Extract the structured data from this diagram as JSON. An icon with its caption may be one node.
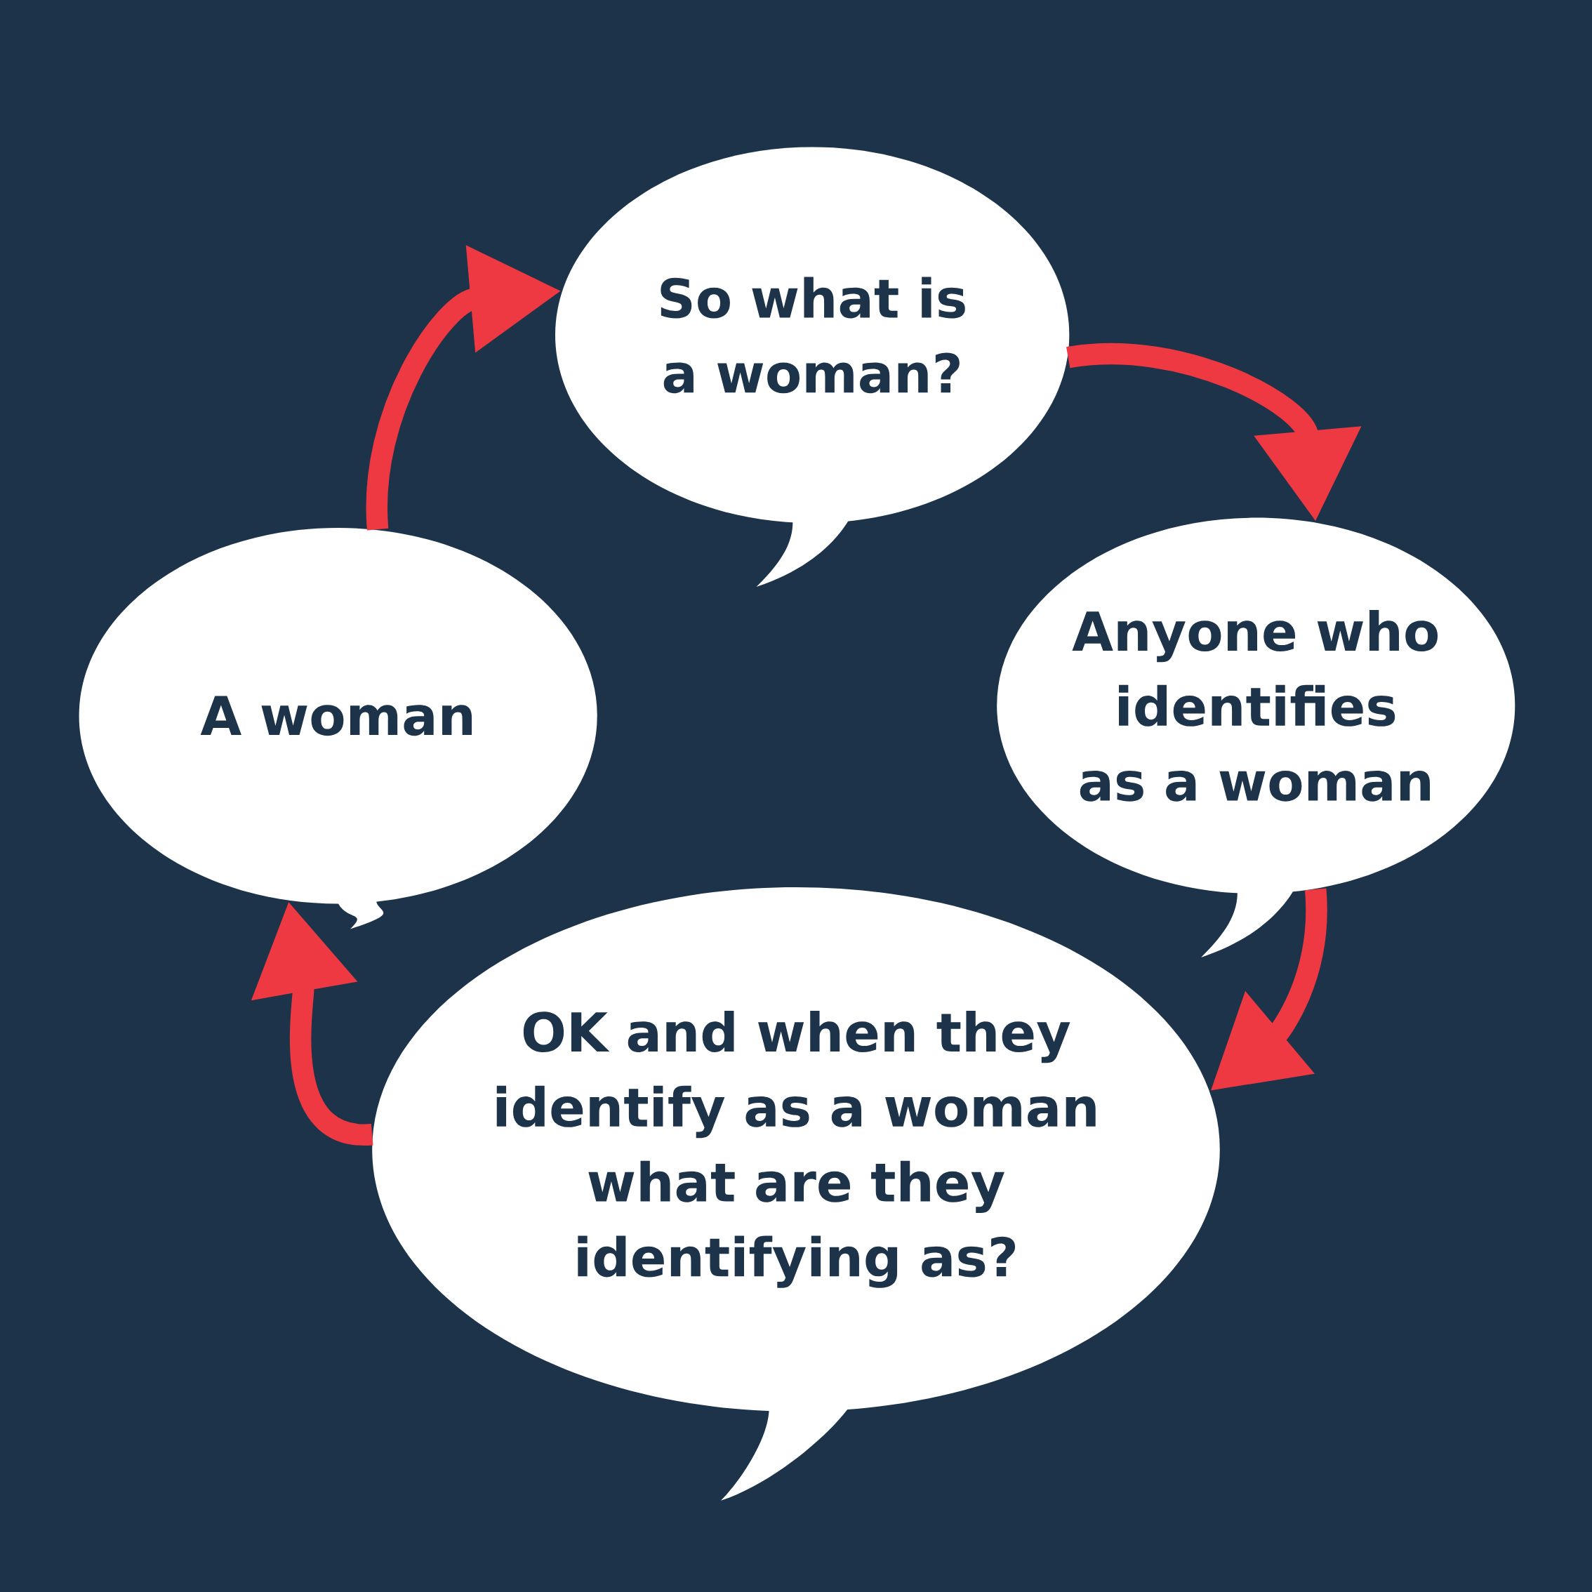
{
  "diagram": {
    "nodes": [
      {
        "text": [
          "So what is a woman?"
        ]
      },
      {
        "text": [
          "Anyone who identifies as a woman"
        ]
      },
      {
        "text": [
          "OK and when they identify as a woman what are they identifying as?"
        ]
      },
      {
        "text": [
          "A woman"
        ]
      }
    ],
    "edges": [
      {
        "from": 3,
        "to": 0,
        "arrow": "to"
      },
      {
        "from": 0,
        "to": 1,
        "arrow": "to"
      },
      {
        "from": 1,
        "to": 2,
        "arrow": "to"
      },
      {
        "from": 2,
        "to": 3,
        "arrow": "to"
      }
    ]
  }
}
